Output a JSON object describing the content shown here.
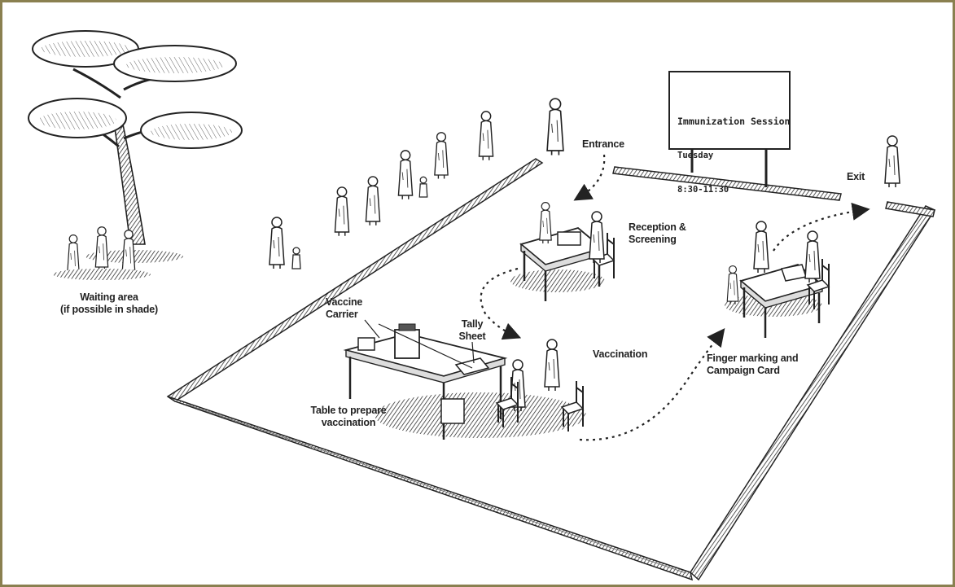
{
  "labels": {
    "waiting_area": "Waiting area\n(if possible in shade)",
    "entrance": "Entrance",
    "exit": "Exit",
    "reception": "Reception &\nScreening",
    "vaccine_carrier": "Vaccine\nCarrier",
    "tally_sheet": "Tally\nSheet",
    "vaccination": "Vaccination",
    "finger_marking": "Finger marking and\nCampaign Card",
    "table_prepare": "Table to prepare\nvaccination"
  },
  "sign": {
    "title": "Immunization Session",
    "day": "Tuesday",
    "time": "8:30-11:30"
  },
  "colors": {
    "frame": "#8a8050",
    "ink": "#222222",
    "hatch": "#555555"
  },
  "icons": [
    "tree-icon",
    "person-icon",
    "table-icon",
    "chair-icon",
    "sign-board-icon",
    "path-arrow-icon"
  ]
}
